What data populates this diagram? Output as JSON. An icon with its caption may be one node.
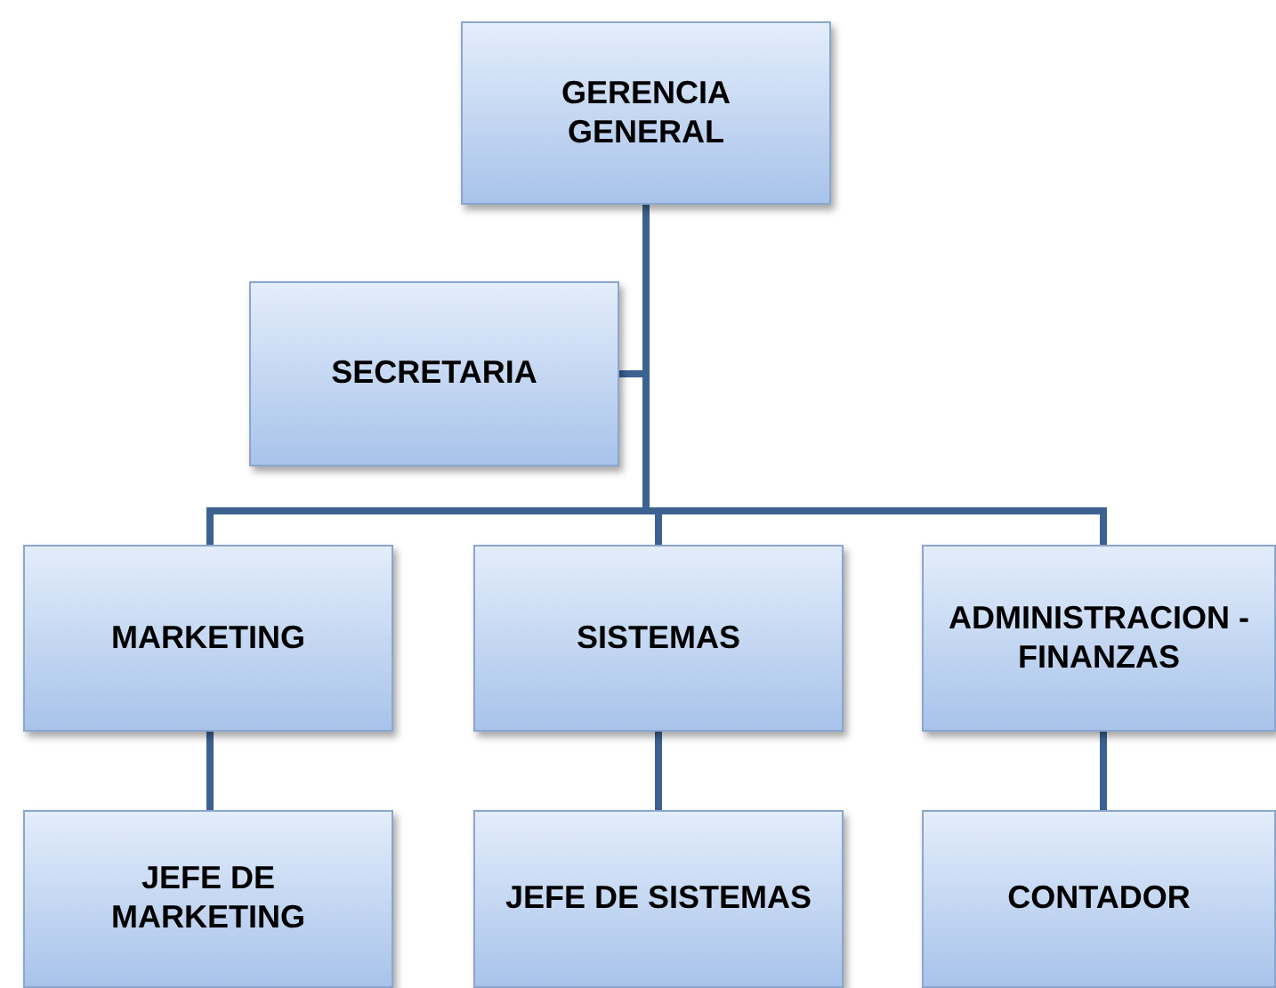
{
  "diagram": {
    "nodes": [
      {
        "text": [
          "GERENCIA GENERAL"
        ]
      },
      {
        "text": [
          "SECRETARIA"
        ]
      },
      {
        "text": [
          "MARKETING"
        ]
      },
      {
        "text": [
          "SISTEMAS"
        ]
      },
      {
        "text": [
          "ADMINISTRACION - FINANZAS"
        ]
      },
      {
        "text": [
          "JEFE DE MARKETING"
        ]
      },
      {
        "text": [
          "JEFE DE SISTEMAS"
        ]
      },
      {
        "text": [
          "CONTADOR"
        ]
      }
    ],
    "edges": [
      {
        "from": 0,
        "to": 1,
        "arrow": "none"
      },
      {
        "from": 0,
        "to": 2,
        "arrow": "none"
      },
      {
        "from": 0,
        "to": 3,
        "arrow": "none"
      },
      {
        "from": 0,
        "to": 4,
        "arrow": "none"
      },
      {
        "from": 2,
        "to": 5,
        "arrow": "none"
      },
      {
        "from": 3,
        "to": 6,
        "arrow": "none"
      },
      {
        "from": 4,
        "to": 7,
        "arrow": "none"
      }
    ]
  }
}
